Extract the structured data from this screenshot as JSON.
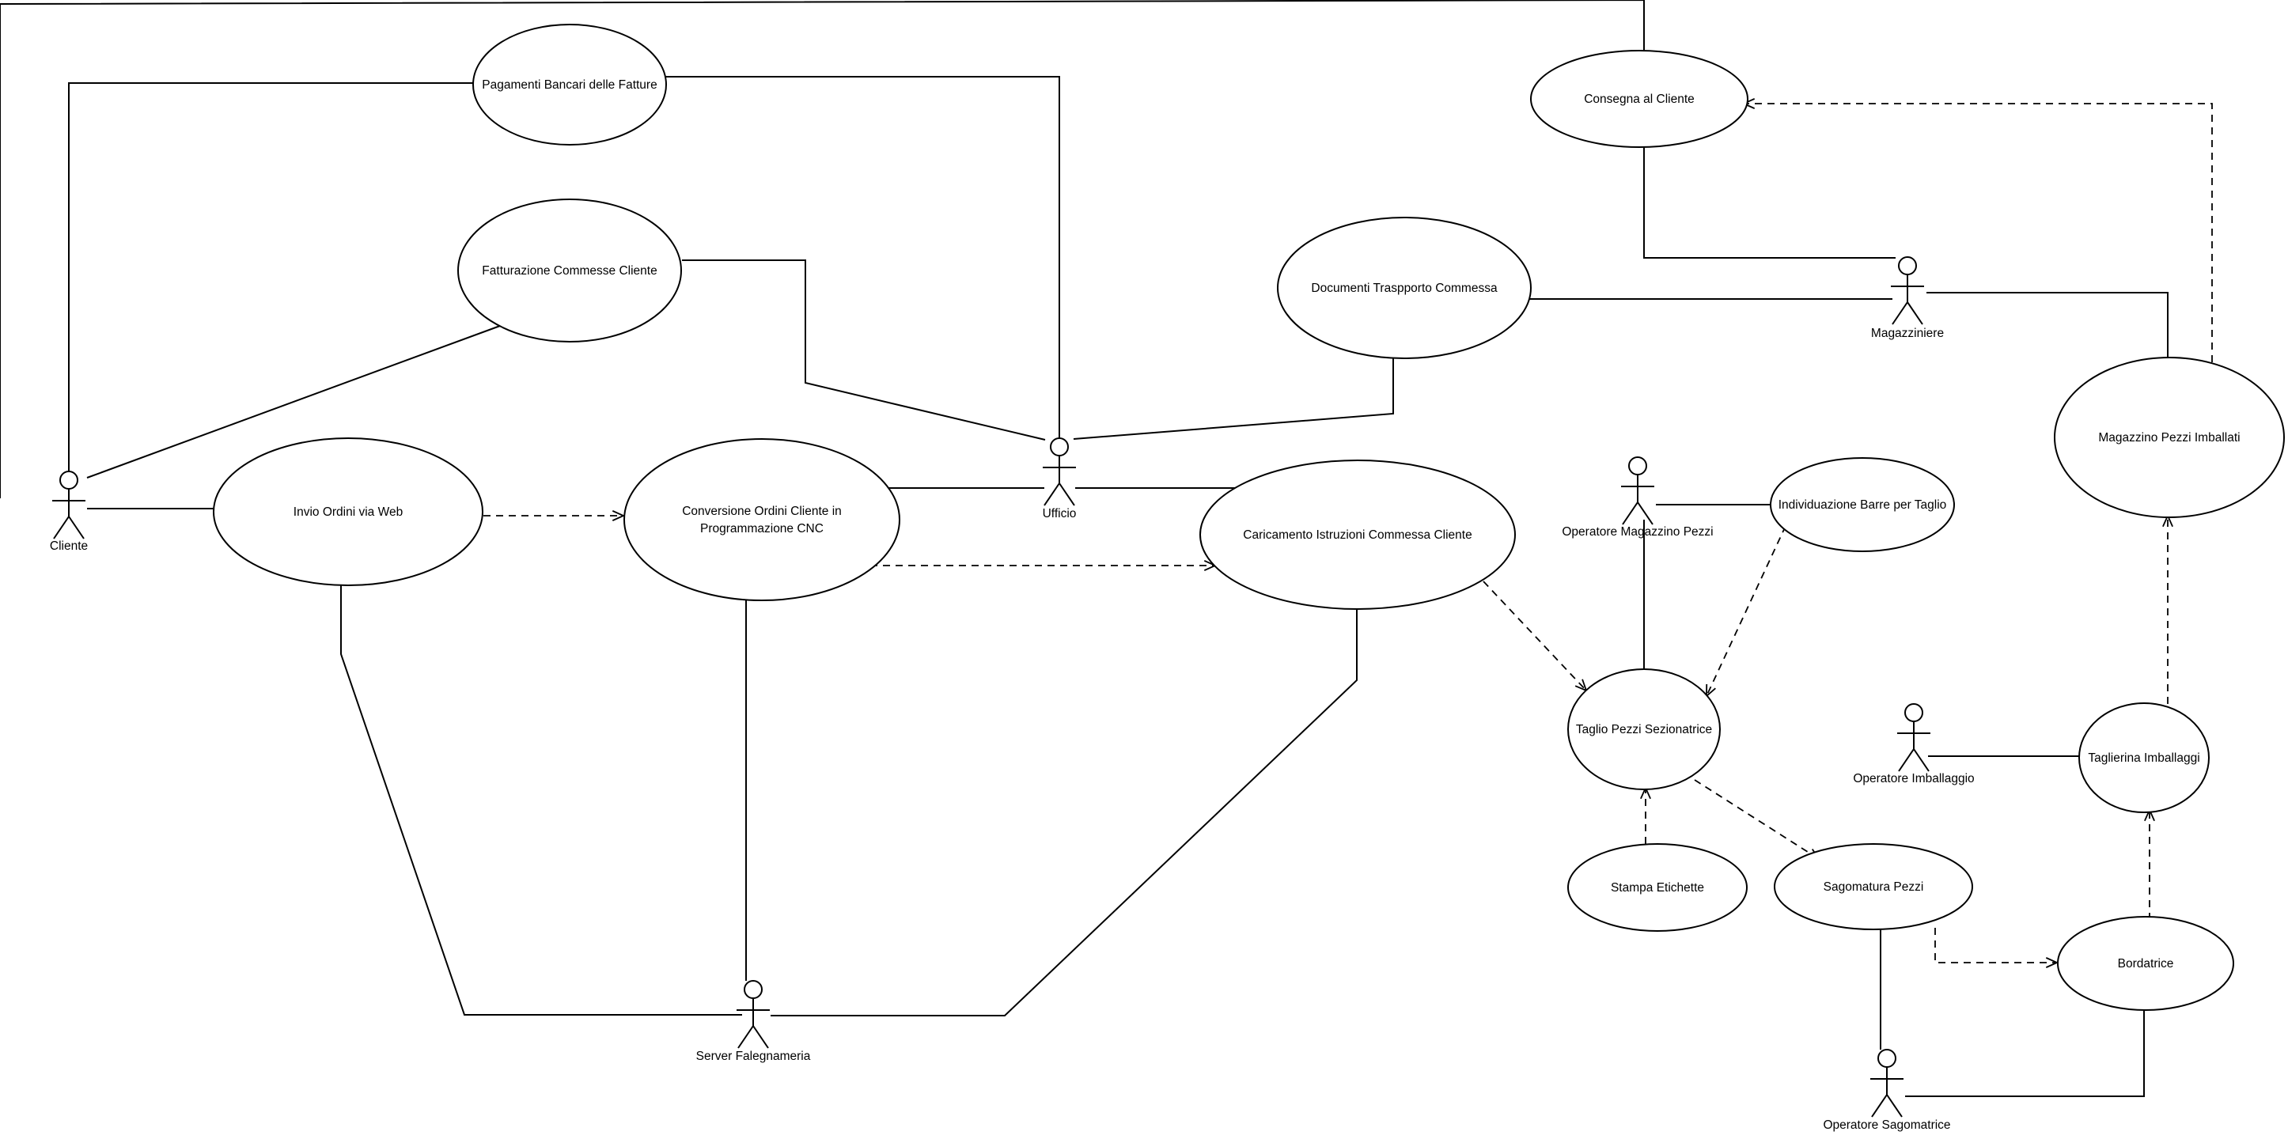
{
  "use_cases": [
    {
      "id": "pagamenti",
      "lines": [
        "Pagamenti Bancari delle Fatture"
      ]
    },
    {
      "id": "fatturazione",
      "lines": [
        "Fatturazione Commesse Cliente"
      ]
    },
    {
      "id": "invio",
      "lines": [
        "Invio Ordini via Web"
      ]
    },
    {
      "id": "conversione",
      "lines": [
        "Conversione Ordini Cliente in",
        "Programmazione CNC"
      ]
    },
    {
      "id": "caricamento",
      "lines": [
        "Caricamento Istruzioni Commessa Cliente"
      ]
    },
    {
      "id": "documenti",
      "lines": [
        "Documenti Traspporto Commessa"
      ]
    },
    {
      "id": "consegna",
      "lines": [
        "Consegna al Cliente"
      ]
    },
    {
      "id": "magazzino",
      "lines": [
        "Magazzino Pezzi Imballati"
      ]
    },
    {
      "id": "individuazione",
      "lines": [
        "Individuazione Barre per Taglio"
      ]
    },
    {
      "id": "taglio",
      "lines": [
        "Taglio Pezzi Sezionatrice"
      ]
    },
    {
      "id": "stampa",
      "lines": [
        "Stampa Etichette"
      ]
    },
    {
      "id": "sagomatura",
      "lines": [
        "Sagomatura Pezzi"
      ]
    },
    {
      "id": "taglierina",
      "lines": [
        "Taglierina Imballaggi"
      ]
    },
    {
      "id": "bordatrice",
      "lines": [
        "Bordatrice"
      ]
    }
  ],
  "actors": [
    {
      "id": "cliente",
      "label": "Cliente"
    },
    {
      "id": "ufficio",
      "label": "Ufficio"
    },
    {
      "id": "server",
      "label": "Server Falegnameria"
    },
    {
      "id": "magazziniere",
      "label": "Magazziniere"
    },
    {
      "id": "op-magazzino",
      "label": "Operatore Magazzino Pezzi"
    },
    {
      "id": "op-imballaggio",
      "label": "Operatore Imballaggio"
    },
    {
      "id": "op-sagomatrice",
      "label": "Operatore Sagomatrice"
    }
  ],
  "associations": [
    {
      "from": "cliente",
      "to": "pagamenti"
    },
    {
      "from": "cliente",
      "to": "consegna"
    },
    {
      "from": "cliente",
      "to": "fatturazione"
    },
    {
      "from": "cliente",
      "to": "invio"
    },
    {
      "from": "ufficio",
      "to": "pagamenti"
    },
    {
      "from": "ufficio",
      "to": "fatturazione"
    },
    {
      "from": "ufficio",
      "to": "documenti"
    },
    {
      "from": "ufficio",
      "to": "conversione"
    },
    {
      "from": "ufficio",
      "to": "caricamento"
    },
    {
      "from": "server",
      "to": "invio"
    },
    {
      "from": "server",
      "to": "conversione"
    },
    {
      "from": "server",
      "to": "caricamento"
    },
    {
      "from": "magazziniere",
      "to": "consegna"
    },
    {
      "from": "magazziniere",
      "to": "documenti"
    },
    {
      "from": "magazziniere",
      "to": "magazzino"
    },
    {
      "from": "op-magazzino",
      "to": "individuazione"
    },
    {
      "from": "op-magazzino",
      "to": "taglio"
    },
    {
      "from": "op-imballaggio",
      "to": "taglierina"
    },
    {
      "from": "op-sagomatrice",
      "to": "sagomatura"
    },
    {
      "from": "op-sagomatrice",
      "to": "bordatrice"
    }
  ],
  "dependencies": [
    {
      "from": "invio",
      "to": "conversione"
    },
    {
      "from": "conversione",
      "to": "caricamento"
    },
    {
      "from": "caricamento",
      "to": "taglio"
    },
    {
      "from": "individuazione",
      "to": "taglio"
    },
    {
      "from": "stampa",
      "to": "taglio"
    },
    {
      "from": "taglio",
      "to": "sagomatura"
    },
    {
      "from": "sagomatura",
      "to": "bordatrice"
    },
    {
      "from": "bordatrice",
      "to": "taglierina"
    },
    {
      "from": "taglierina",
      "to": "magazzino"
    },
    {
      "from": "magazzino",
      "to": "consegna"
    }
  ]
}
